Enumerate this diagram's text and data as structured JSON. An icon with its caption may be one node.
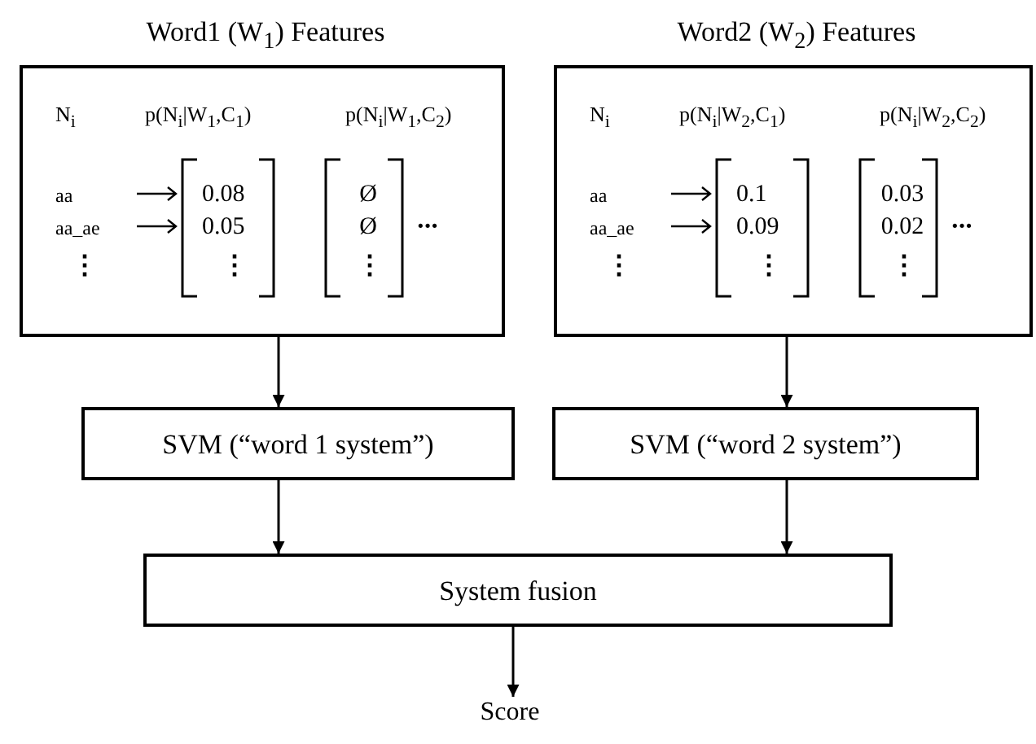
{
  "diagram": {
    "nodes": [
      {
        "text": [
          "Word1 (W$_{1}$) Features"
        ]
      },
      {
        "text": [
          "Word2 (W$_{2}$) Features"
        ]
      },
      {
        "text": [
          "SVM (“word 1 system”)"
        ]
      },
      {
        "text": [
          "SVM (“word 2 system”)"
        ]
      },
      {
        "text": [
          "System fusion"
        ]
      },
      {
        "text": [
          "Score"
        ]
      }
    ],
    "edges": [
      {
        "from": 0,
        "to": 2,
        "arrow": "to"
      },
      {
        "from": 1,
        "to": 3,
        "arrow": "to"
      },
      {
        "from": 2,
        "to": 4,
        "arrow": "to"
      },
      {
        "from": 3,
        "to": 4,
        "arrow": "to"
      },
      {
        "from": 4,
        "to": 5,
        "arrow": "to"
      }
    ],
    "labels": [
      "N$_{i}$",
      "p(N$_{i}$|W$_{1}$,C$_{1}$)",
      "p(N$_{i}$|W$_{1}$,C$_{2}$)",
      "aa",
      "0.08",
      "Ø",
      "aa_ae",
      "0.05",
      "Ø",
      "⋮",
      "⋮",
      "⋮",
      "···",
      "N$_{i}$",
      "p(N$_{i}$|W$_{2}$,C$_{1}$)",
      "p(N$_{i}$|W$_{2}$,C$_{2}$)",
      "aa",
      "0.1",
      "0.03",
      "aa_ae",
      "0.09",
      "0.02",
      "⋮",
      "⋮",
      "⋮",
      "···"
    ]
  }
}
